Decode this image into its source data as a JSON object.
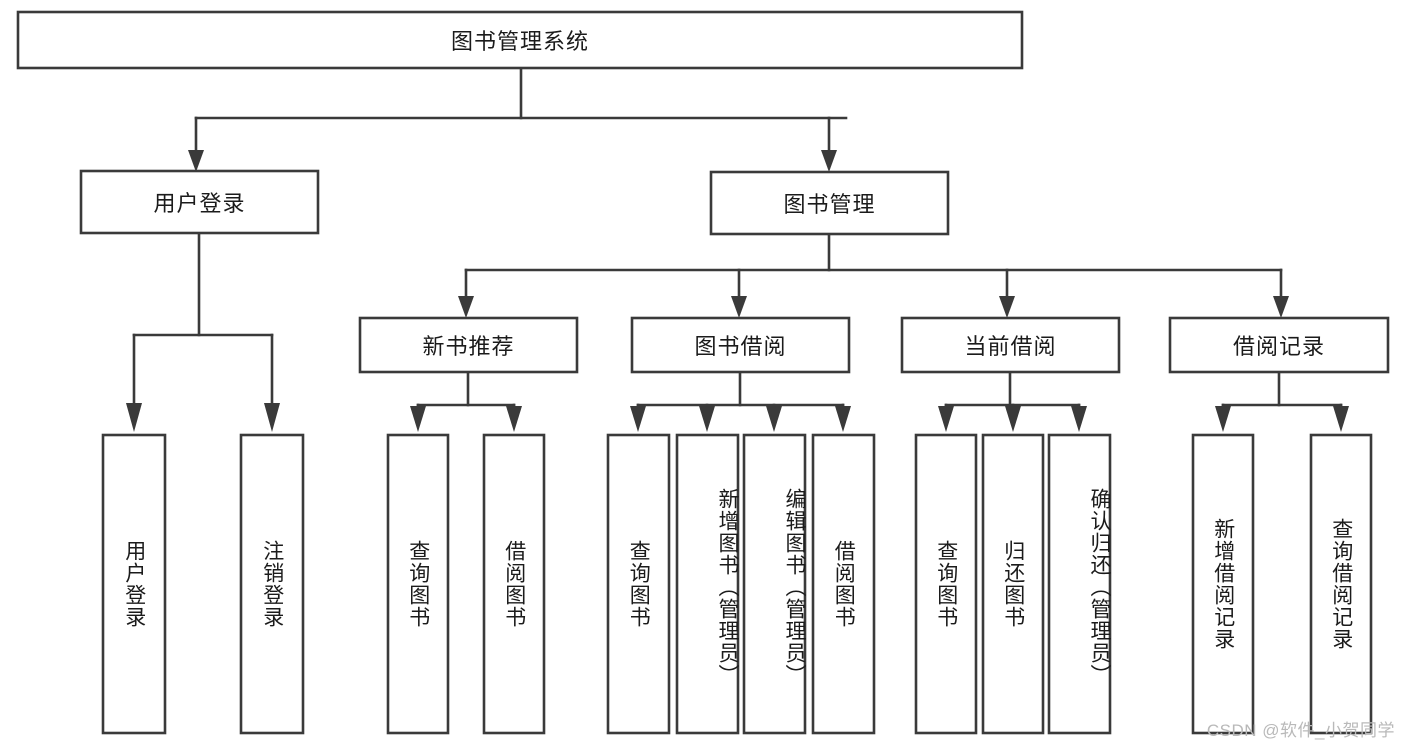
{
  "diagram": {
    "type": "tree",
    "title": "图书管理系统",
    "watermark": "CSDN @软件_小贺同学",
    "colors": {
      "stroke": "#3a3a3a",
      "box_fill": "#ffffff",
      "text": "#1b1b1b",
      "background": "#ffffff",
      "watermark": "#b9b9b9"
    },
    "levels": {
      "root": {
        "label": "图书管理系统"
      },
      "level1": [
        {
          "label": "用户登录"
        },
        {
          "label": "图书管理"
        }
      ],
      "level2": [
        {
          "label": "新书推荐",
          "parent": "图书管理"
        },
        {
          "label": "图书借阅",
          "parent": "图书管理"
        },
        {
          "label": "当前借阅",
          "parent": "图书管理"
        },
        {
          "label": "借阅记录",
          "parent": "图书管理"
        }
      ],
      "leaves": [
        {
          "label": "用户登录",
          "parent": "用户登录"
        },
        {
          "label": "注销登录",
          "parent": "用户登录"
        },
        {
          "label": "查询图书",
          "parent": "新书推荐"
        },
        {
          "label": "借阅图书",
          "parent": "新书推荐"
        },
        {
          "label": "查询图书",
          "parent": "图书借阅"
        },
        {
          "label": "新增图书（管理员）",
          "parent": "图书借阅"
        },
        {
          "label": "编辑图书（管理员）",
          "parent": "图书借阅"
        },
        {
          "label": "借阅图书",
          "parent": "图书借阅"
        },
        {
          "label": "查询图书",
          "parent": "当前借阅"
        },
        {
          "label": "归还图书",
          "parent": "当前借阅"
        },
        {
          "label": "确认归还（管理员）",
          "parent": "当前借阅"
        },
        {
          "label": "新增借阅记录",
          "parent": "借阅记录"
        },
        {
          "label": "查询借阅记录",
          "parent": "借阅记录"
        }
      ]
    }
  }
}
